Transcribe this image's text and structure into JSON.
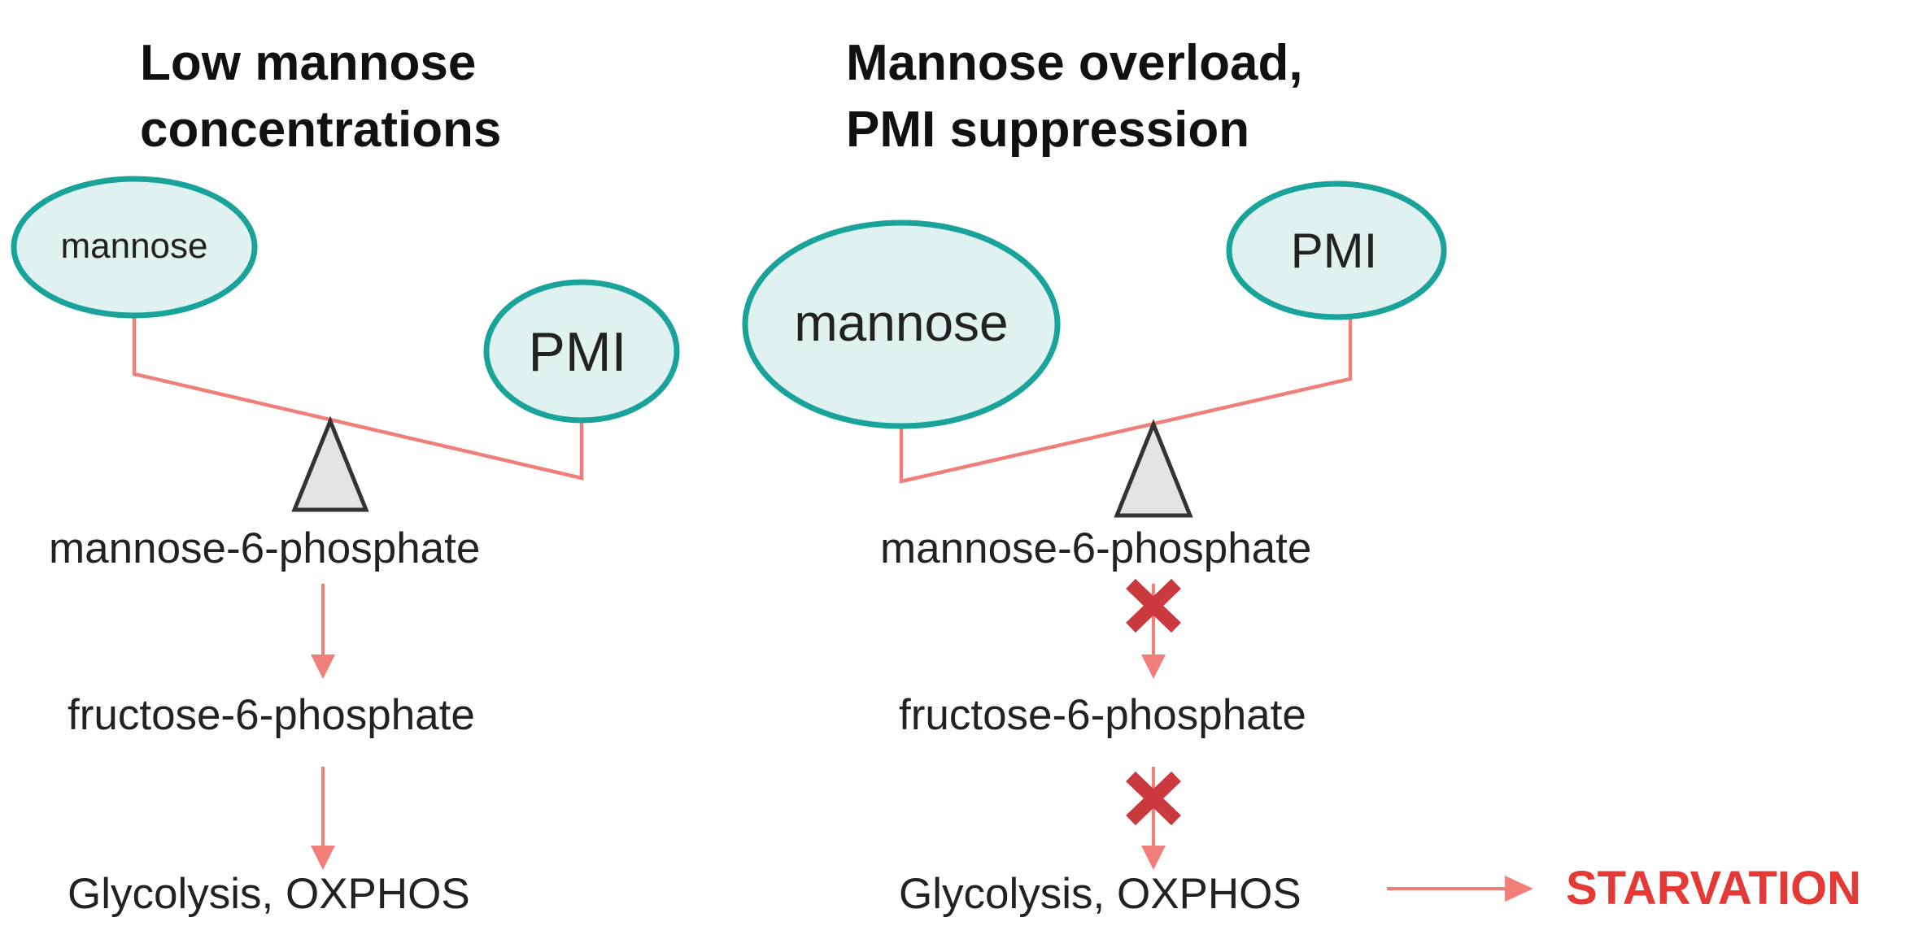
{
  "left_panel": {
    "title_line1": "Low mannose",
    "title_line2": "concentrations",
    "mannose_label": "mannose",
    "pmi_label": "PMI",
    "step1": "mannose-6-phosphate",
    "step2": "fructose-6-phosphate",
    "step3": "Glycolysis, OXPHOS"
  },
  "right_panel": {
    "title_line1": "Mannose overload,",
    "title_line2": "PMI suppression",
    "mannose_label": "mannose",
    "pmi_label": "PMI",
    "step1": "mannose-6-phosphate",
    "step2": "fructose-6-phosphate",
    "step3": "Glycolysis, OXPHOS",
    "outcome": "STARVATION"
  },
  "colors": {
    "bubble_fill": "#dff2ef",
    "bubble_stroke": "#1aa39a",
    "beam_and_arrows": "#f07f7a",
    "block_mark": "#c9393d",
    "outcome_text": "#e53935"
  }
}
